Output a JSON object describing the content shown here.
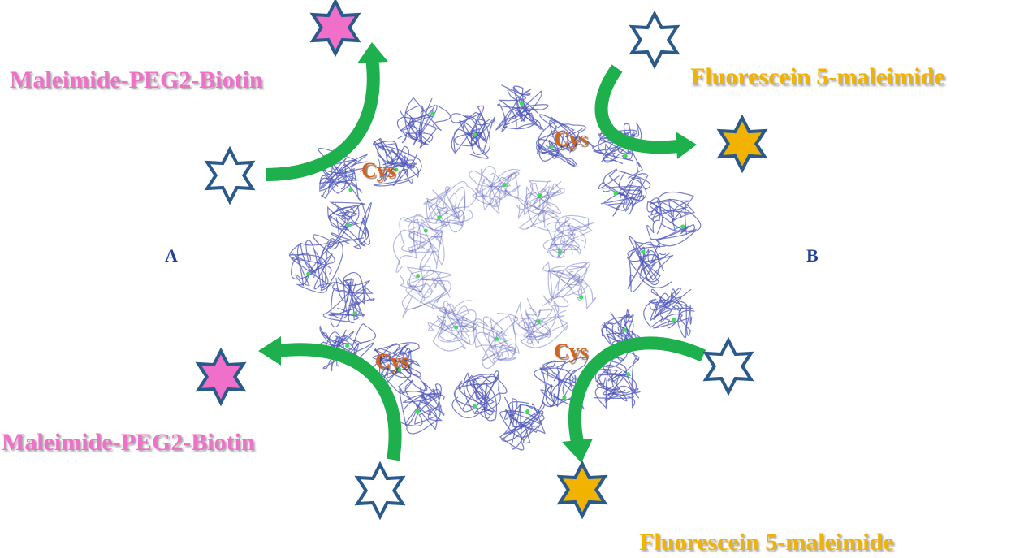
{
  "labels": {
    "biotin_top": "Maleimide-PEG2-Biotin",
    "biotin_bottom": "Maleimide-PEG2-Biotin",
    "fluor_top": "Fluorescein 5-maleimide",
    "fluor_bottom": "Fluorescein 5-maleimide",
    "site_a": "A",
    "site_b": "B",
    "cys_1": "Cys",
    "cys_2": "Cys",
    "cys_3": "Cys",
    "cys_4": "Cys"
  },
  "colors": {
    "biotin": "#f06fc8",
    "fluorescein": "#f2b300",
    "arrow": "#1fb04e",
    "star_outline": "#2a5a8c",
    "protein": "#4a52b8",
    "cys": "#d8621a",
    "site_label": "#1f3f9a"
  }
}
